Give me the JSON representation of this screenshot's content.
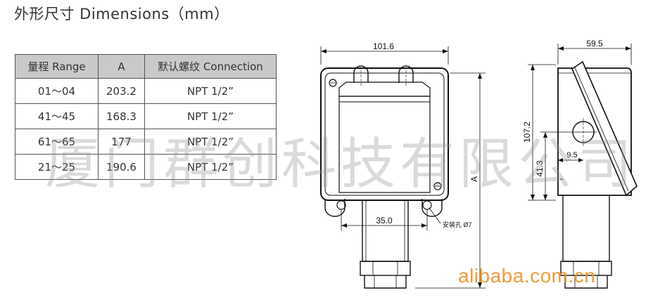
{
  "title": "外形尺寸 Dimensions（mm）",
  "table": {
    "headers": [
      "量程 Range",
      "A",
      "默认螺纹 Connection"
    ],
    "rows": [
      [
        "01～04",
        "203.2",
        "NPT 1/2”"
      ],
      [
        "41～45",
        "168.3",
        "NPT 1/2”"
      ],
      [
        "61～65",
        "177",
        "NPT 1/2”"
      ],
      [
        "21～25",
        "190.6",
        "NPT 1/2”"
      ]
    ]
  },
  "drawing": {
    "dim_width": "101.6",
    "dim_depth": "59.5",
    "dim_height": "107.2",
    "dim_413": "41.3",
    "dim_95": "9.5",
    "dim_350": "35.0",
    "dim_A": "A",
    "hole_label": "安装孔 Ø7"
  },
  "watermark": "厦门群创科技有限公司",
  "brand_watermark": "alibaba.com.cn"
}
